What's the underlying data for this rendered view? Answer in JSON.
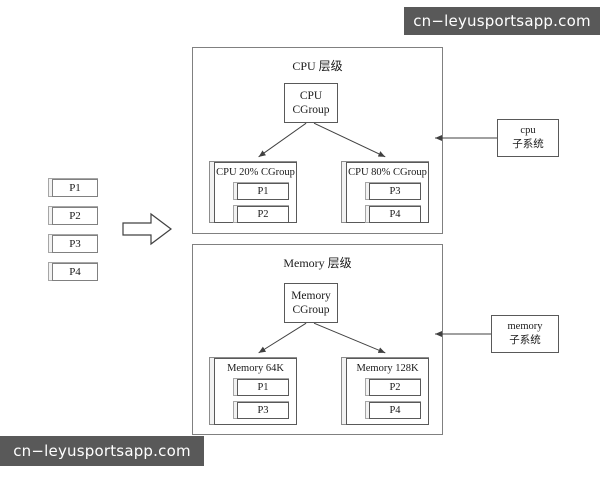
{
  "watermarks": {
    "top_right": "cn−leyusportsapp.com",
    "bottom_left": "cn−leyusportsapp.com",
    "background_color": "#595959",
    "text_color": "#ffffff"
  },
  "process_list": {
    "items": [
      {
        "label": "P1"
      },
      {
        "label": "P2"
      },
      {
        "label": "P3"
      },
      {
        "label": "P4"
      }
    ]
  },
  "flow_arrow": {
    "icon": "block-arrow-right-icon",
    "direction": "right"
  },
  "hierarchies": [
    {
      "id": "cpu",
      "title": "CPU 层级",
      "root": {
        "line1": "CPU",
        "line2": "CGroup"
      },
      "children": [
        {
          "label": "CPU 20% CGroup",
          "processes": [
            "P1",
            "P2"
          ]
        },
        {
          "label": "CPU 80% CGroup",
          "processes": [
            "P3",
            "P4"
          ]
        }
      ],
      "callout": {
        "line1": "cpu",
        "line2": "子系统"
      }
    },
    {
      "id": "memory",
      "title": "Memory 层级",
      "root": {
        "line1": "Memory",
        "line2": "CGroup"
      },
      "children": [
        {
          "label": "Memory 64K",
          "processes": [
            "P1",
            "P3"
          ]
        },
        {
          "label": "Memory 128K",
          "processes": [
            "P2",
            "P4"
          ]
        }
      ],
      "callout": {
        "line1": "memory",
        "line2": "子系统"
      }
    }
  ],
  "colors": {
    "border": "#595959",
    "border_light": "#8c8c8c",
    "shadow_fill": "#f2f2f2",
    "background": "#ffffff",
    "watermark": "#595959"
  }
}
